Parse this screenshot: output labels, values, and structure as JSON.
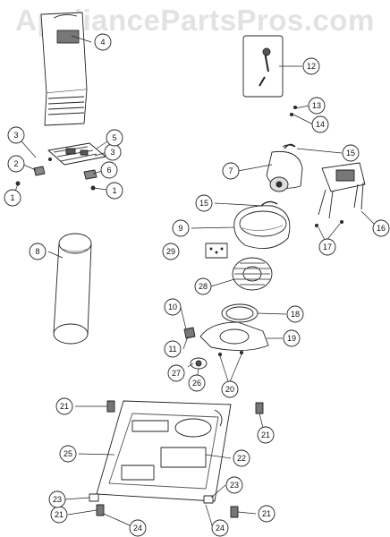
{
  "watermark": "AppliancePartsPros.com",
  "callouts": [
    {
      "label": "1"
    },
    {
      "label": "1"
    },
    {
      "label": "2"
    },
    {
      "label": "3"
    },
    {
      "label": "3"
    },
    {
      "label": "4"
    },
    {
      "label": "5"
    },
    {
      "label": "6"
    },
    {
      "label": "7"
    },
    {
      "label": "8"
    },
    {
      "label": "9"
    },
    {
      "label": "10"
    },
    {
      "label": "11"
    },
    {
      "label": "12"
    },
    {
      "label": "13"
    },
    {
      "label": "14"
    },
    {
      "label": "15"
    },
    {
      "label": "15"
    },
    {
      "label": "16"
    },
    {
      "label": "17"
    },
    {
      "label": "18"
    },
    {
      "label": "19"
    },
    {
      "label": "20"
    },
    {
      "label": "21"
    },
    {
      "label": "21"
    },
    {
      "label": "21"
    },
    {
      "label": "21"
    },
    {
      "label": "22"
    },
    {
      "label": "23"
    },
    {
      "label": "23"
    },
    {
      "label": "24"
    },
    {
      "label": "24"
    },
    {
      "label": "25"
    },
    {
      "label": "26"
    },
    {
      "label": "27"
    },
    {
      "label": "28"
    },
    {
      "label": "29"
    }
  ],
  "colors": {
    "line": "#222222",
    "fill": "#ffffff",
    "shade": "#bdbdbd",
    "dark": "#555555"
  }
}
